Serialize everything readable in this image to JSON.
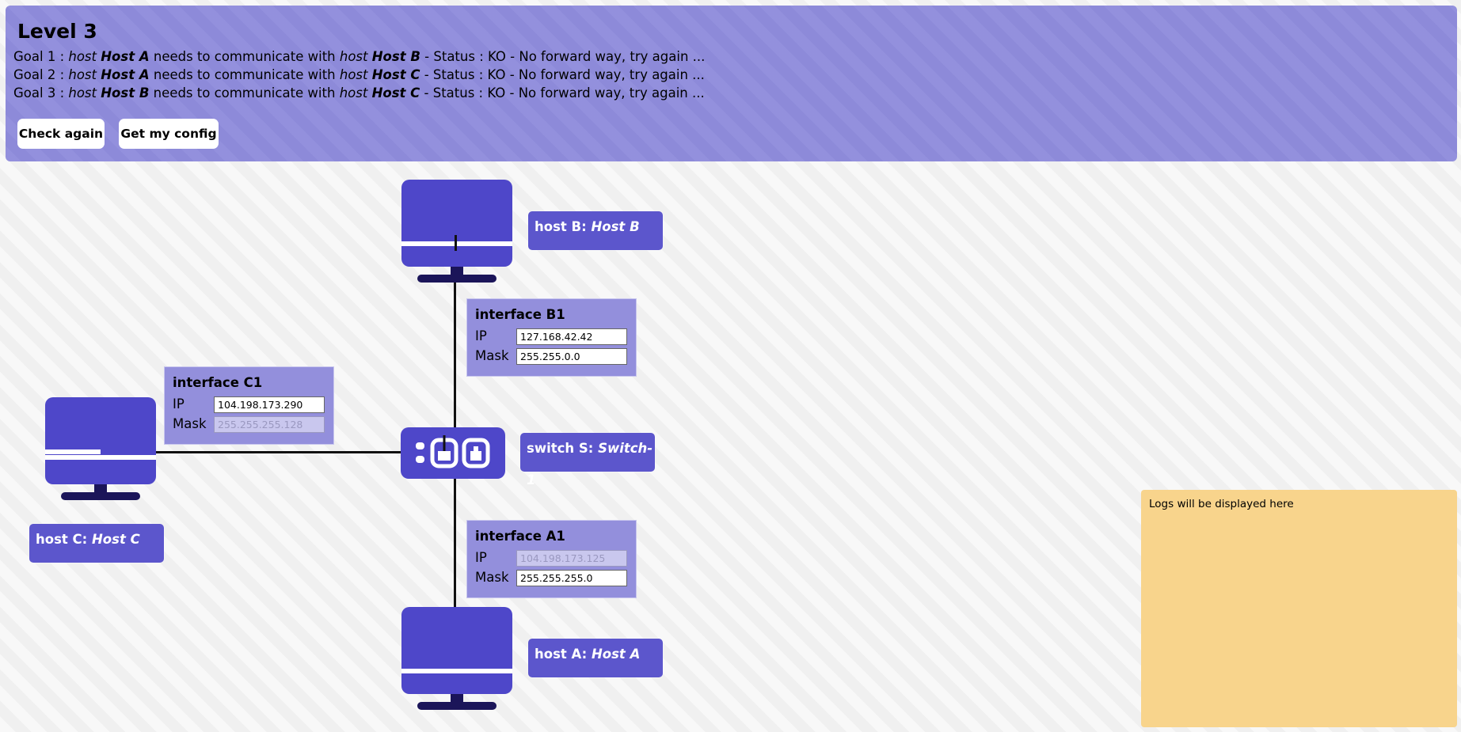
{
  "header": {
    "level": "Level 3",
    "goals": [
      {
        "prefix": "Goal 1 : ",
        "src_kind": "host",
        "src_name": "Host A",
        "verb": " needs to communicate with ",
        "dst_kind": "host",
        "dst_name": "Host B",
        "status": " - Status : KO - No forward way, try again ..."
      },
      {
        "prefix": "Goal 2 : ",
        "src_kind": "host",
        "src_name": "Host A",
        "verb": " needs to communicate with ",
        "dst_kind": "host",
        "dst_name": "Host C",
        "status": " - Status : KO - No forward way, try again ..."
      },
      {
        "prefix": "Goal 3 : ",
        "src_kind": "host",
        "src_name": "Host B",
        "verb": " needs to communicate with ",
        "dst_kind": "host",
        "dst_name": "Host C",
        "status": " - Status : KO - No forward way, try again ..."
      }
    ],
    "check_again_label": "Check again",
    "get_config_label": "Get my config"
  },
  "nodes": {
    "host_b": {
      "prefix": "host B: ",
      "name": "Host B"
    },
    "host_a": {
      "prefix": "host A: ",
      "name": "Host A"
    },
    "host_c": {
      "prefix": "host C: ",
      "name": "Host C"
    },
    "switch": {
      "prefix": "switch S: ",
      "name": "Switch-1"
    }
  },
  "interfaces": {
    "b1": {
      "title": "interface B1",
      "ip_label": "IP",
      "ip": "127.168.42.42",
      "ip_disabled": false,
      "mask_label": "Mask",
      "mask": "255.255.0.0",
      "mask_disabled": false
    },
    "c1": {
      "title": "interface C1",
      "ip_label": "IP",
      "ip": "104.198.173.290",
      "ip_disabled": false,
      "mask_label": "Mask",
      "mask": "255.255.255.128",
      "mask_disabled": true
    },
    "a1": {
      "title": "interface A1",
      "ip_label": "IP",
      "ip": "104.198.173.125",
      "ip_disabled": true,
      "mask_label": "Mask",
      "mask": "255.255.255.0",
      "mask_disabled": false
    }
  },
  "logs": {
    "text": "Logs will be displayed here"
  },
  "colors": {
    "header": "#8f8cdc",
    "device": "#4e47c9",
    "label": "#5c56cc",
    "interface": "#938fdc",
    "logs": "#f8d48c"
  }
}
